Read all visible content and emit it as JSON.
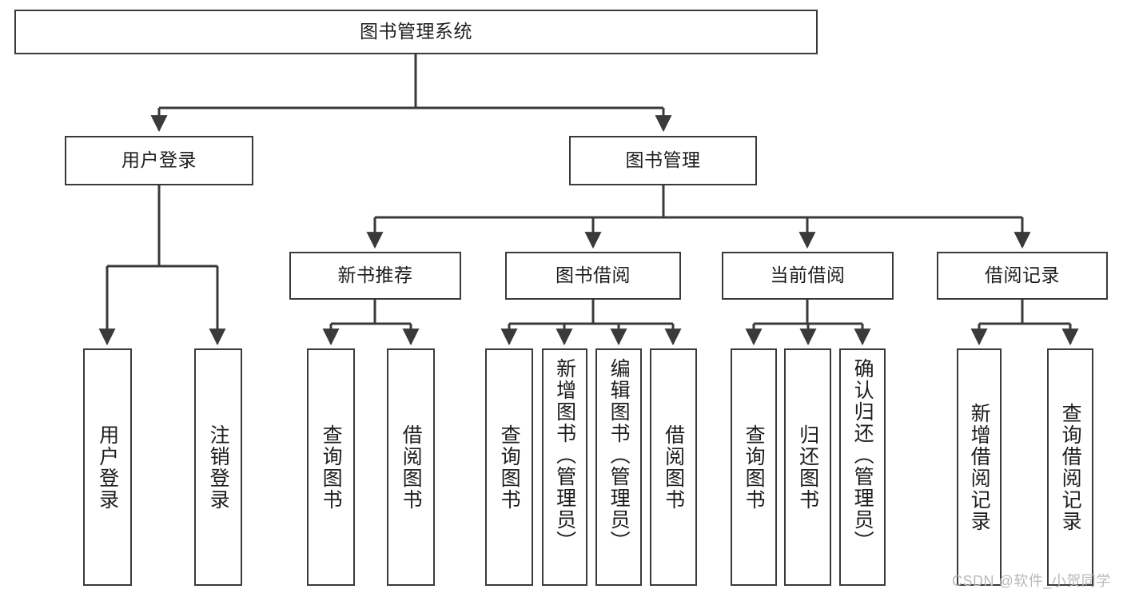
{
  "diagram": {
    "title": "图书管理系统",
    "type": "hierarchy-tree",
    "orientation": "top-down",
    "colors": {
      "box_border": "#3a3a3a",
      "box_fill": "#ffffff",
      "connector": "#3a3a3a",
      "text": "#1d1d1d",
      "watermark": "#b9b9b9"
    },
    "root": {
      "id": "root",
      "label": "图书管理系统"
    },
    "level2": [
      {
        "id": "user-login",
        "label": "用户登录"
      },
      {
        "id": "book-manage",
        "label": "图书管理"
      }
    ],
    "level3": [
      {
        "id": "new-book-recommend",
        "label": "新书推荐",
        "parent": "book-manage"
      },
      {
        "id": "book-borrow",
        "label": "图书借阅",
        "parent": "book-manage"
      },
      {
        "id": "current-borrow",
        "label": "当前借阅",
        "parent": "book-manage"
      },
      {
        "id": "borrow-record",
        "label": "借阅记录",
        "parent": "book-manage"
      }
    ],
    "leaves": [
      {
        "id": "leaf-user-login",
        "label": "用户登录",
        "parent": "user-login"
      },
      {
        "id": "leaf-logout-login",
        "label": "注销登录",
        "parent": "user-login"
      },
      {
        "id": "leaf-query-book-1",
        "label": "查询图书",
        "parent": "new-book-recommend"
      },
      {
        "id": "leaf-borrow-book-1",
        "label": "借阅图书",
        "parent": "new-book-recommend"
      },
      {
        "id": "leaf-query-book-2",
        "label": "查询图书",
        "parent": "book-borrow"
      },
      {
        "id": "leaf-add-book",
        "label": "新增图书（管理员）",
        "parent": "book-borrow"
      },
      {
        "id": "leaf-edit-book",
        "label": "编辑图书（管理员）",
        "parent": "book-borrow"
      },
      {
        "id": "leaf-borrow-book-2",
        "label": "借阅图书",
        "parent": "book-borrow"
      },
      {
        "id": "leaf-query-book-3",
        "label": "查询图书",
        "parent": "current-borrow"
      },
      {
        "id": "leaf-return-book",
        "label": "归还图书",
        "parent": "current-borrow"
      },
      {
        "id": "leaf-confirm-return",
        "label": "确认归还（管理员）",
        "parent": "current-borrow"
      },
      {
        "id": "leaf-add-record",
        "label": "新增借阅记录",
        "parent": "borrow-record"
      },
      {
        "id": "leaf-query-record",
        "label": "查询借阅记录",
        "parent": "borrow-record"
      }
    ]
  },
  "watermark": {
    "text": "CSDN @软件_小贺同学"
  }
}
